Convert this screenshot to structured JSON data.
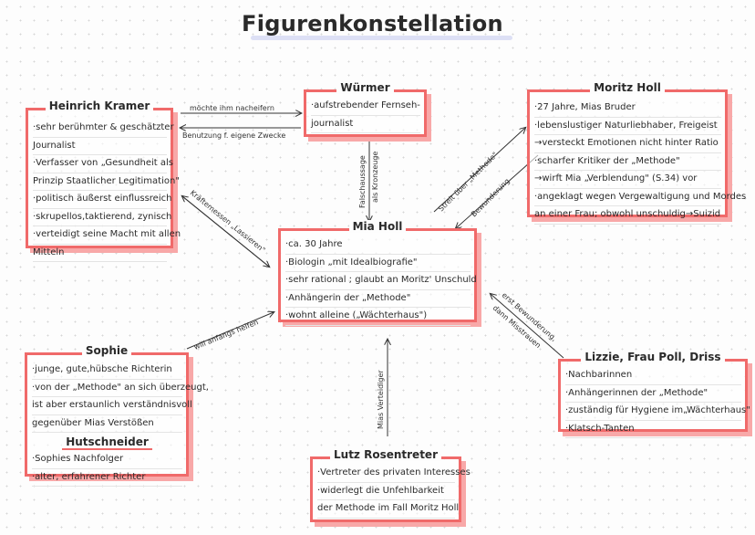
{
  "title": "Figurenkonstellation",
  "boxes": {
    "kramer": {
      "title": "Heinrich Kramer",
      "lines": [
        "·sehr berühmter & geschätzter",
        "Journalist",
        "·Verfasser von „Gesundheit als",
        "Prinzip Staatlicher Legitimation\"",
        "·politisch äußerst einflussreich",
        "·skrupellos,taktierend, zynisch",
        "·verteidigt seine Macht mit allen",
        "Mitteln"
      ]
    },
    "wuermer": {
      "title": "Würmer",
      "lines": [
        "·aufstrebender Fernseh-",
        "journalist"
      ]
    },
    "moritz": {
      "title": "Moritz Holl",
      "lines": [
        "·27 Jahre, Mias Bruder",
        "·lebenslustiger Naturliebhaber, Freigeist",
        "→versteckt Emotionen nicht hinter Ratio",
        "·scharfer Kritiker der „Methode\"",
        "→wirft Mia „Verblendung\" (S.34) vor",
        "·angeklagt wegen Vergewaltigung und Mordes",
        "an einer Frau; obwohl unschuldig→Suizid"
      ]
    },
    "mia": {
      "title": "Mia Holl",
      "lines": [
        "·ca. 30 Jahre",
        "·Biologin „mit Idealbiografie\"",
        "·sehr rational ; glaubt an Moritz' Unschuld",
        "·Anhängerin der „Methode\"",
        "·wohnt alleine („Wächterhaus\")"
      ]
    },
    "sophie": {
      "title": "Sophie",
      "lines": [
        "·junge, gute,hübsche Richterin",
        "·von der „Methode\" an sich überzeugt,",
        "ist aber erstaunlich verständnisvoll",
        "gegenüber Mias Verstößen"
      ],
      "sub_title": "Hutschneider",
      "sub_lines": [
        "·Sophies Nachfolger",
        "·alter, erfahrener Richter"
      ]
    },
    "lizzie": {
      "title": "Lizzie, Frau Poll, Driss",
      "lines": [
        "·Nachbarinnen",
        "·Anhängerinnen der „Methode\"",
        "·zuständig für Hygiene im„Wächterhaus\"",
        "·Klatsch-Tanten"
      ]
    },
    "lutz": {
      "title": "Lutz Rosentreter",
      "lines": [
        "·Vertreter des privaten Interesses",
        "·widerlegt die Unfehlbarkeit",
        "der Methode im Fall Moritz Holl"
      ]
    }
  },
  "relations": {
    "kramer_wuermer_1": "möchte ihm nacheifern",
    "kramer_wuermer_2": "Benutzung f. eigene Zwecke",
    "wuermer_mia_1": "Falschaussage",
    "wuermer_mia_2": "als Kronzeuge",
    "mia_moritz_1": "Streit über „Methode\"",
    "mia_moritz_2": "Bewunderung",
    "kramer_mia": "Kräftemessen „Lassieren\"",
    "sophie_mia": "will anfangs helfen",
    "lizzie_mia_1": "erst Bewunderung,",
    "lizzie_mia_2": "dann Misstrauen",
    "lutz_mia": "Mias Verteidiger"
  },
  "colors": {
    "accent": "#f06a6a",
    "shadow": "#f8a8a8"
  }
}
